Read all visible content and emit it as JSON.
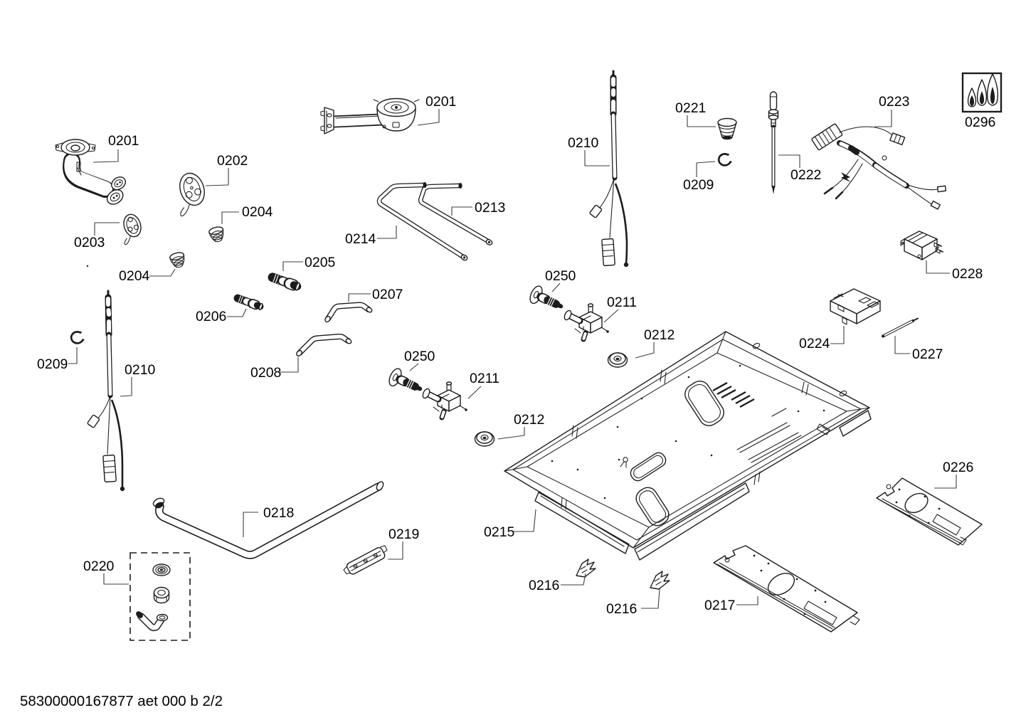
{
  "page": {
    "background": "#ffffff",
    "footer_ref": "58300000167877 aet 000 b 2/2"
  },
  "colors": {
    "line": "#1c1c1c",
    "label": "#000000",
    "leader": "#3d3d3d"
  },
  "flame_icon": {
    "ref": "0296"
  },
  "callouts": [
    {
      "ref": "0201",
      "part": "burner-body-left"
    },
    {
      "ref": "0202",
      "part": "burner-cap-large"
    },
    {
      "ref": "0204",
      "part": "spring-cone-a"
    },
    {
      "ref": "0203",
      "part": "burner-cap-small"
    },
    {
      "ref": "0204",
      "part": "spring-cone-b"
    },
    {
      "ref": "0205",
      "part": "injector-nozzle-large"
    },
    {
      "ref": "0206",
      "part": "injector-nozzle-small"
    },
    {
      "ref": "0207",
      "part": "connection-pipe-short"
    },
    {
      "ref": "0208",
      "part": "connection-pipe-long"
    },
    {
      "ref": "0201",
      "part": "burner-body-top"
    },
    {
      "ref": "0213",
      "part": "gas-pipe-right"
    },
    {
      "ref": "0214",
      "part": "gas-pipe-left"
    },
    {
      "ref": "0210",
      "part": "thermocouple-center"
    },
    {
      "ref": "0250",
      "part": "valve-union-upper"
    },
    {
      "ref": "0211",
      "part": "gas-tap-upper"
    },
    {
      "ref": "0212",
      "part": "grommet-upper"
    },
    {
      "ref": "0250",
      "part": "valve-union-lower"
    },
    {
      "ref": "0211",
      "part": "gas-tap-lower"
    },
    {
      "ref": "0212",
      "part": "grommet-lower"
    },
    {
      "ref": "0221",
      "part": "cone-cap"
    },
    {
      "ref": "0209",
      "part": "retaining-ring-right"
    },
    {
      "ref": "0222",
      "part": "ignition-electrode"
    },
    {
      "ref": "0223",
      "part": "cable-harness"
    },
    {
      "ref": "0296",
      "part": "flame-symbol"
    },
    {
      "ref": "0228",
      "part": "ignition-transformer"
    },
    {
      "ref": "0224",
      "part": "connection-module"
    },
    {
      "ref": "0227",
      "part": "strip"
    },
    {
      "ref": "0209",
      "part": "retaining-ring-left"
    },
    {
      "ref": "0210",
      "part": "thermocouple-left"
    },
    {
      "ref": "0220",
      "part": "fitting-kit"
    },
    {
      "ref": "0218",
      "part": "manifold-pipe"
    },
    {
      "ref": "0219",
      "part": "bracket"
    },
    {
      "ref": "0215",
      "part": "support-tray"
    },
    {
      "ref": "0216",
      "part": "fastening-clip-a"
    },
    {
      "ref": "0216",
      "part": "fastening-clip-b"
    },
    {
      "ref": "0217",
      "part": "cover-panel-bottom"
    },
    {
      "ref": "0226",
      "part": "cover-panel-right"
    }
  ]
}
